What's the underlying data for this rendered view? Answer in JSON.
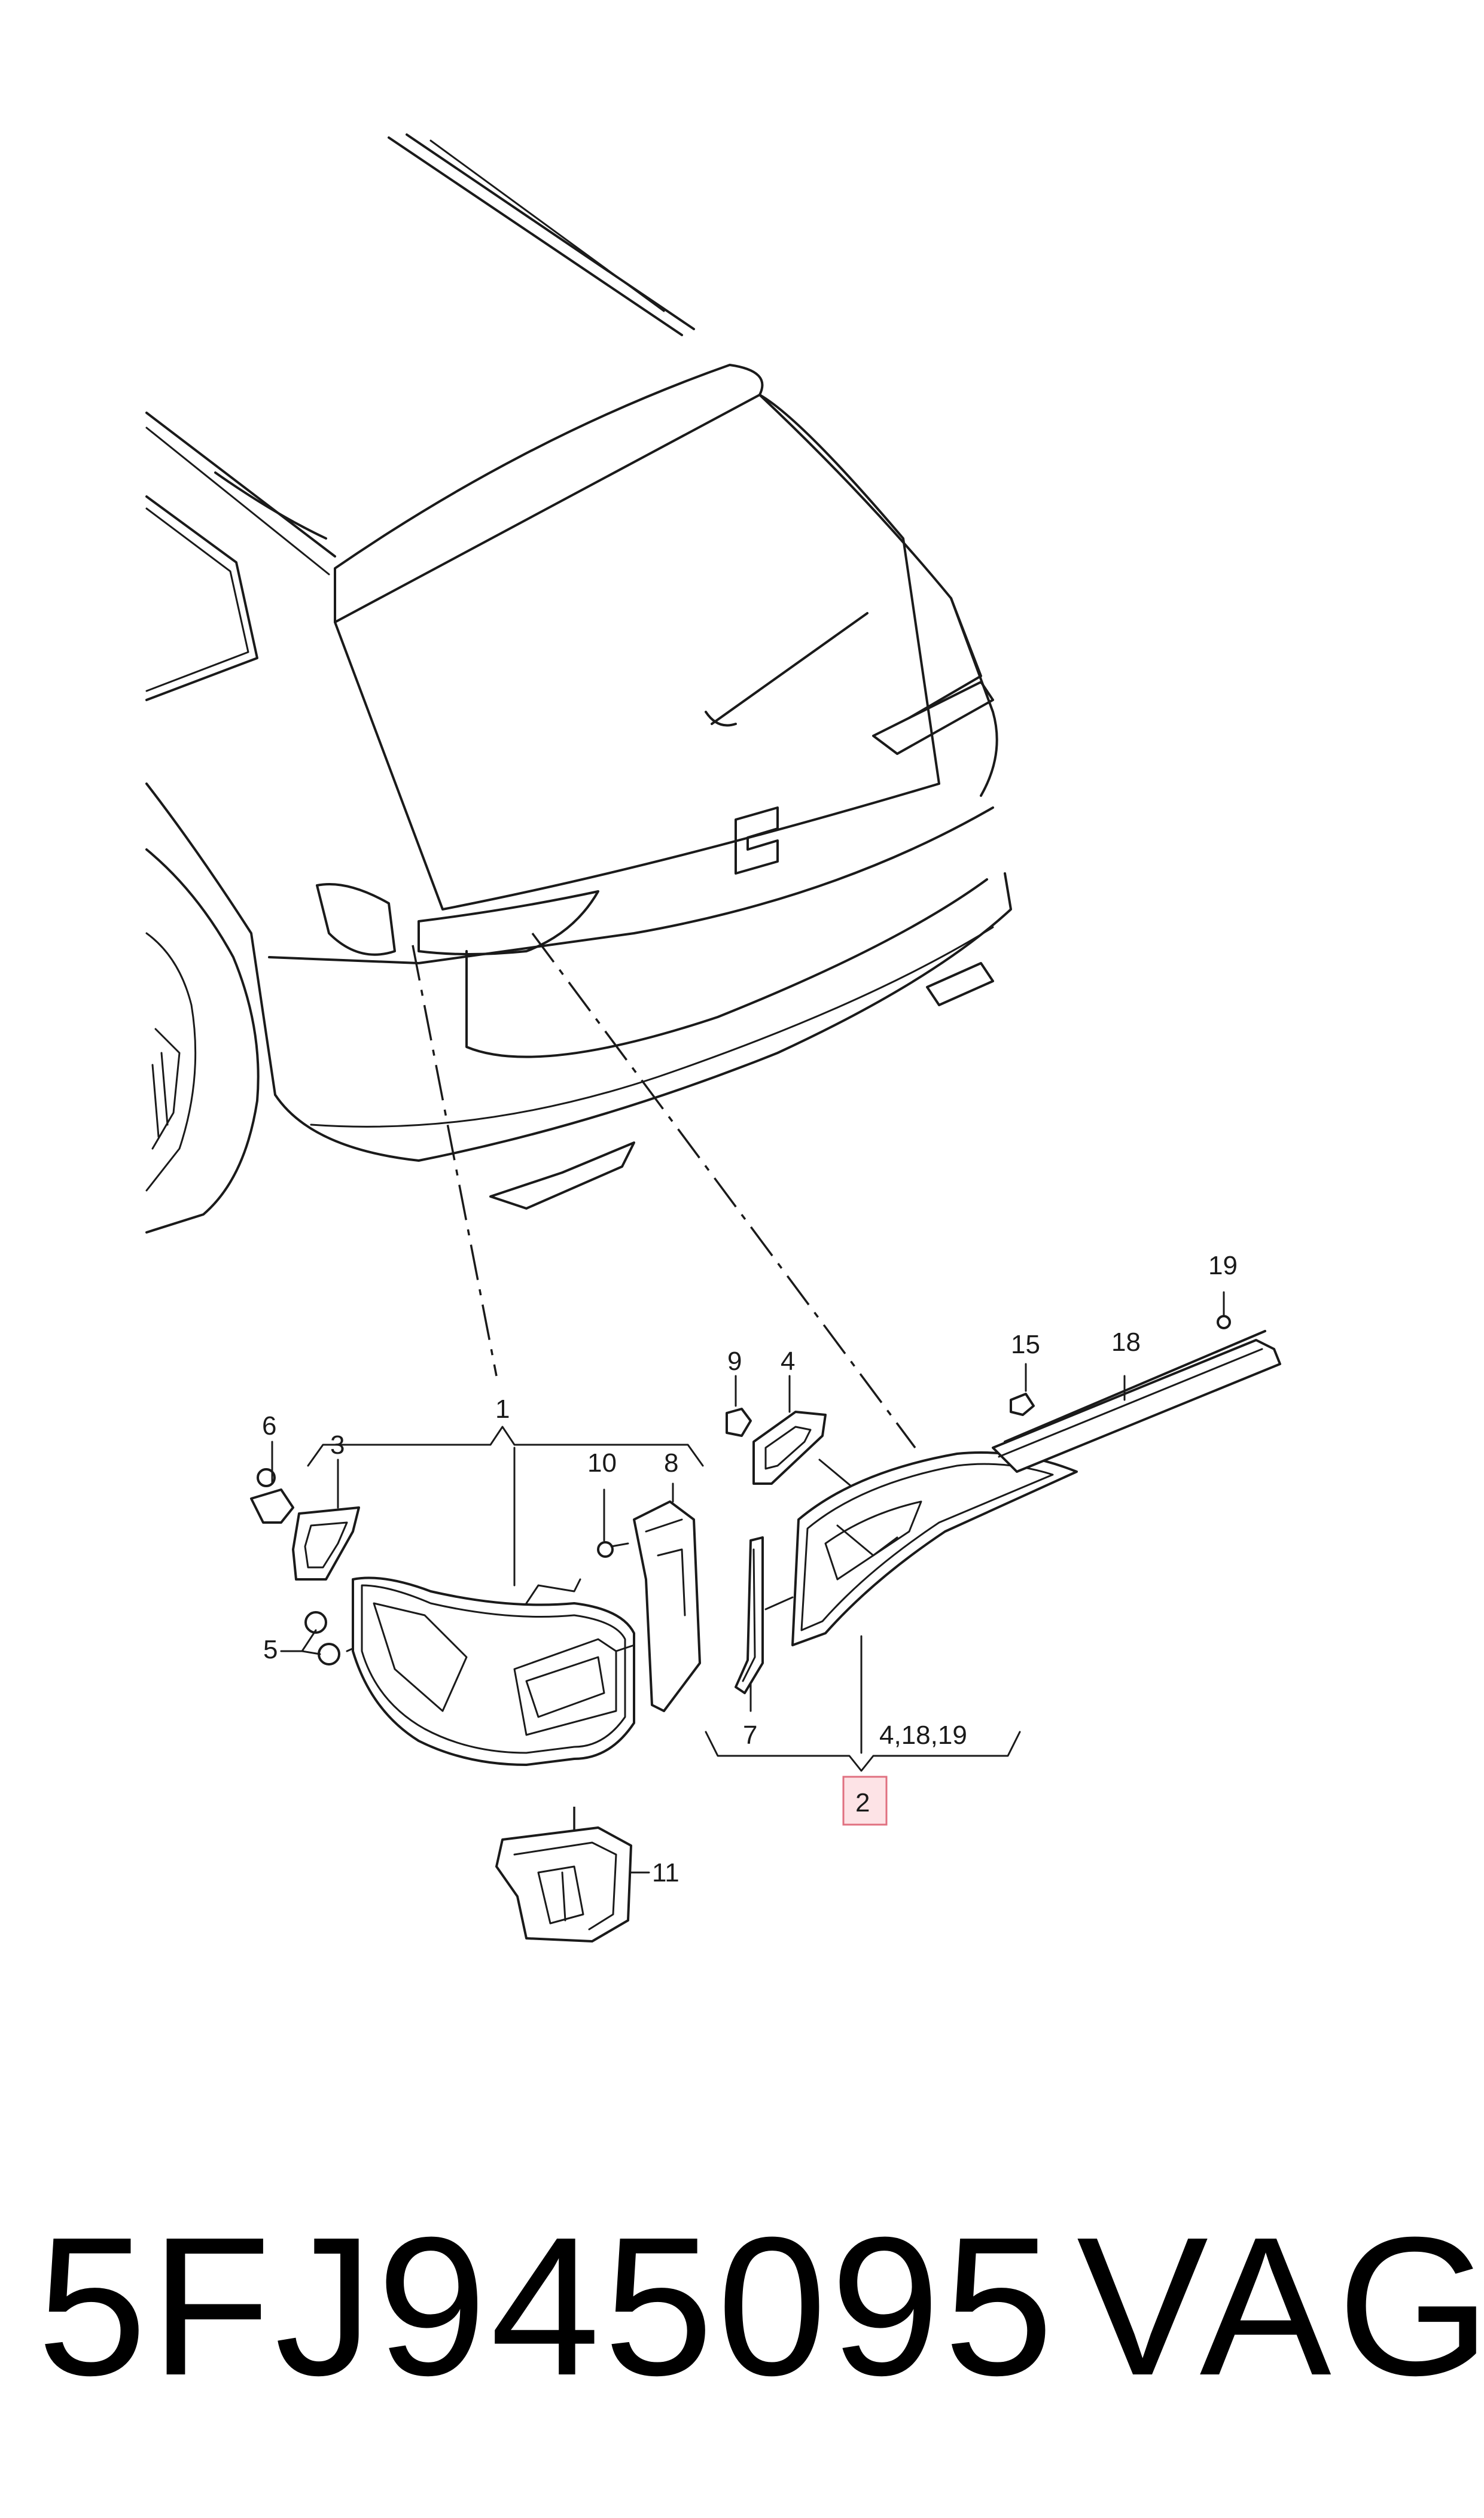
{
  "callouts": {
    "c1": "1",
    "c2": "2",
    "c3": "3",
    "c4": "4",
    "c5": "5",
    "c6": "6",
    "c7": "7",
    "c8": "8",
    "c9": "9",
    "c10": "10",
    "c11": "11",
    "c15": "15",
    "c18": "18",
    "c19": "19",
    "group_2": "4,18,19"
  },
  "footer": {
    "part_number": "5FJ945095",
    "brand": "VAG"
  },
  "colors": {
    "line": "#1a1a1a",
    "highlight_fill": "#fde3e6",
    "highlight_stroke": "#e07080"
  }
}
